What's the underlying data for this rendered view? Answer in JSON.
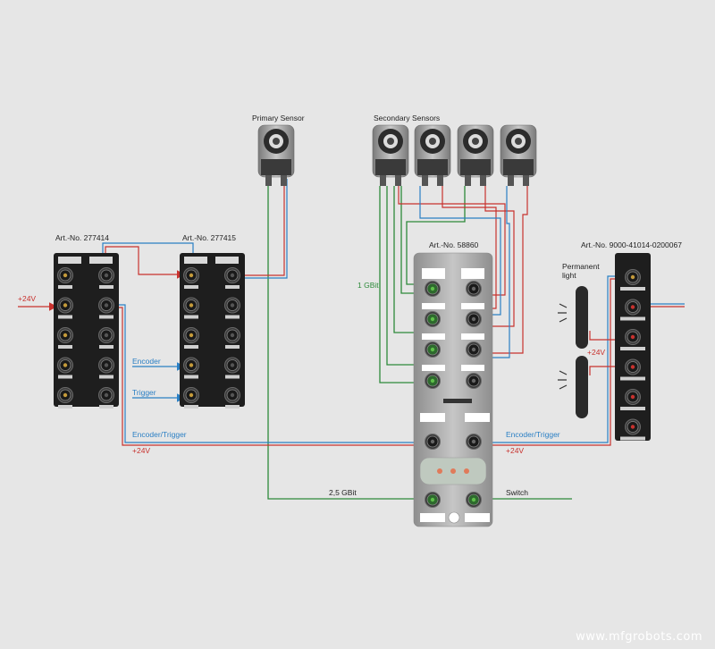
{
  "labels": {
    "primary_sensor": "Primary Sensor",
    "secondary_sensors": "Secondary Sensors",
    "module_a": "Art.-No. 277414",
    "module_b": "Art.-No. 277415",
    "switch_module": "Art.-No. 58860",
    "module_c": "Art.-No. 9000-41014-0200067",
    "permanent_light": "Permanent\nlight",
    "plus24v": "+24V",
    "encoder": "Encoder",
    "trigger": "Trigger",
    "encoder_trigger": "Encoder/Trigger",
    "gbit_1": "1 GBit",
    "gbit_25": "2,5 GBit",
    "switch": "Switch"
  },
  "colors": {
    "signal_blue": "#2a7fc4",
    "power_red": "#c8322e",
    "ethernet_green": "#2d8a3a",
    "module_dark": "#1e1e1e",
    "module_silver": "#a9a9a9"
  },
  "watermark": "www.mfgrobots.com"
}
